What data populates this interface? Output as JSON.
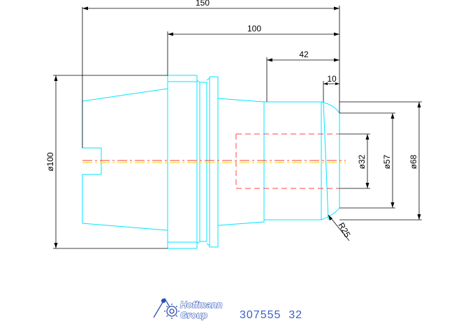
{
  "colors": {
    "outline": "#00e5ff",
    "hidden": "#ff4444",
    "centerline_red": "#ff3b3b",
    "centerline_yellow": "#ffd400",
    "dimension": "#000000",
    "brand": "#2a4fb8"
  },
  "dimensions": {
    "d150": "150",
    "d100": "100",
    "d42": "42",
    "d10": "10",
    "dia100": "ø100",
    "dia32": "ø32",
    "dia57": "ø57",
    "dia68": "ø68",
    "r25": "R25"
  },
  "logo": {
    "line1": "Hoffmann",
    "line2": "Group",
    "icon": "hoffmann-gear-icon"
  },
  "part_number": "307555  32"
}
